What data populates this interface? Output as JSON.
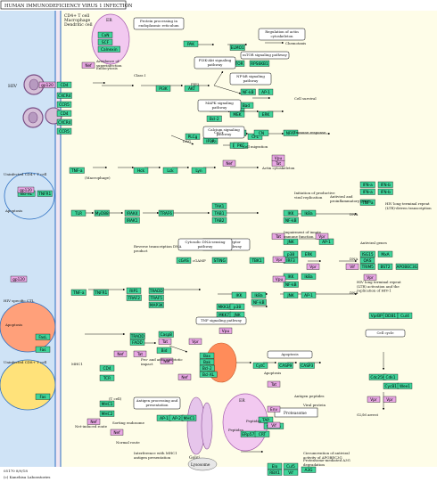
{
  "title": "HUMAN IMMUNODEFICIENCY VIRUS 1 INFECTION",
  "footer": [
    "05170 8/9/18",
    "(c) Kanehisa Laboratories"
  ],
  "colors": {
    "extracellular": "#cfe3f6",
    "membrane": "#f1e6f2",
    "cytoplasm": "#fefde8",
    "host_gene": "#3fd49a",
    "viral_protein": "#e8a7e4",
    "tcell": "#ffc870",
    "ctl": "#ffa07a",
    "mitochondrion": "#ff8c5a",
    "er": "#f2c9f0",
    "cell_border": "#2b6fc2"
  },
  "cell_labels": {
    "host_cell": "CD4+ T cell\nMacrophage\nDendritic cell",
    "hiv": "HIV",
    "uninfected_cd4": "Uninfected CD4+ T cell",
    "hiv_ctl": "HIV specific CTL",
    "uninfected_cd8": "Uninfected CD8+ T cell",
    "er": "ER",
    "er2": "ER",
    "golgi": "Golgi",
    "lysosome": "Lysosome",
    "proteasome": "Proteasome",
    "macrophage": "(Macrophage)",
    "tcell_tag": "(T cell)"
  },
  "pathways": [
    "Protein processing in endoplasmic reticulum",
    "Regulation of actin cytoskeleton",
    "PI3K-Akt signaling pathway",
    "mTOR signaling pathway",
    "NF-kB signaling pathway",
    "MAPK signaling pathway",
    "Calcium signaling pathway",
    "Toll-like receptor signaling pathway",
    "Cytosolic DNA-sensing pathway",
    "TNF signaling pathway",
    "Apoptosis",
    "Cell cycle",
    "Antigen processing and presentation"
  ],
  "annotations": [
    "Chemotaxis",
    "Avoidance of superinfection",
    "Endocytosis",
    "Cell survival",
    "Immune response",
    "Cell migration",
    "Actin cytoskeleton",
    "Antiviral and proinflammatory genes",
    "HIV long terminal repeat (LTR)-driven transcription",
    "Initiation of productive viral replication",
    "Impairment of innate immune function",
    "Antiviral genes",
    "Reverse transcription DNA product",
    "HIV long terminal repeat (LTR) activation and the replication of HIV-1",
    "Pro- and anti- apoptotic impact",
    "Antigen peptides",
    "Viral protein",
    "Net-induced route",
    "Normal route",
    "Interference with MHC1 antigen presentation",
    "Circumvention of antiviral activity of APOBEC3G",
    "Proteasome-mediated A3G degradation",
    "G2/M arrest",
    "Apoptosis",
    "Apoptosis",
    "Apoptosis",
    "Peptides",
    "Peptides",
    "Sorting endosome",
    "Class I",
    "PIP3",
    "DAG",
    "IP3",
    "Ca2+",
    "cGAMP",
    "DNA",
    "DNA",
    "DNA",
    "MHC1"
  ],
  "viral_labels": [
    "gp120",
    "gp120",
    "gp120",
    "Nef",
    "Nef",
    "Nef",
    "Nef",
    "Nef",
    "Nef",
    "Nef",
    "Tat",
    "Tat",
    "Tat",
    "Tat",
    "Tat",
    "Vpr",
    "Vpr",
    "Vpr",
    "Vpr",
    "Vpr",
    "Vpu",
    "Vpu",
    "Vpu",
    "Vif",
    "Vif",
    "Env",
    "Vpr",
    "Vpr"
  ],
  "gene_labels": [
    "CD4",
    "CXCR4",
    "CCR5",
    "CD4",
    "CXCR4",
    "CCR5",
    "CaN",
    "SCF",
    "Calnexin",
    "PAK",
    "PI3K",
    "AKT",
    "ELMO1",
    "Rac",
    "PAK",
    "LIMK",
    "CFL",
    "mTOR",
    "RPS6KB1",
    "NF-kB",
    "AP-1",
    "Bad",
    "Bcl-2",
    "MEK",
    "ERK",
    "CaM",
    "CN",
    "NFAT",
    "PKC",
    "IP3R",
    "PLCg",
    "Hck",
    "Lck",
    "Lyn",
    "TNF-a",
    "Bcl-XL",
    "TNFR1",
    "TLR",
    "MyD88",
    "IRAK4",
    "IRAK1",
    "TRAF6",
    "TAK1",
    "TAB1",
    "TAB2",
    "IKK",
    "IkBa",
    "NF-kB",
    "JNK",
    "AP-1",
    "p38",
    "ERK",
    "cGAS",
    "STING",
    "TBK1",
    "IRF3",
    "TNF-a",
    "TNFR1",
    "RIP1",
    "TRADD",
    "TRAF2",
    "TRAF5",
    "MAP3K",
    "IKK",
    "IkBa",
    "NF-kB",
    "MKK3/6",
    "p38",
    "MKK7",
    "JNK",
    "TRADD",
    "FADD",
    "Casp8",
    "Bid",
    "Bax",
    "Bak",
    "Bcl-2",
    "Bcl-XL",
    "CytC",
    "CASP9",
    "CASP3",
    "FasL",
    "Fas",
    "Fas",
    "CD4",
    "TCR",
    "MHC1",
    "MHC2",
    "AP-1",
    "AP-2",
    "MHC1",
    "TAP",
    "tapasin",
    "ERp57",
    "CRT",
    "Elo",
    "Cul5",
    "RBX1",
    "Vif",
    "A3G",
    "VprBP",
    "DDB1",
    "Cul4",
    "RBX1",
    "Cdc25C",
    "Cdk1",
    "CycB1",
    "Wee1",
    "IFN-a",
    "IFN-b",
    "IFN-a",
    "IFN-b",
    "TNF-a",
    "ISG15",
    "MxA",
    "OAS",
    "TRIM5",
    "BST2",
    "APOBEC3G",
    "IKK",
    "IkBa",
    "NF-kB",
    "JNK",
    "AP-1"
  ]
}
